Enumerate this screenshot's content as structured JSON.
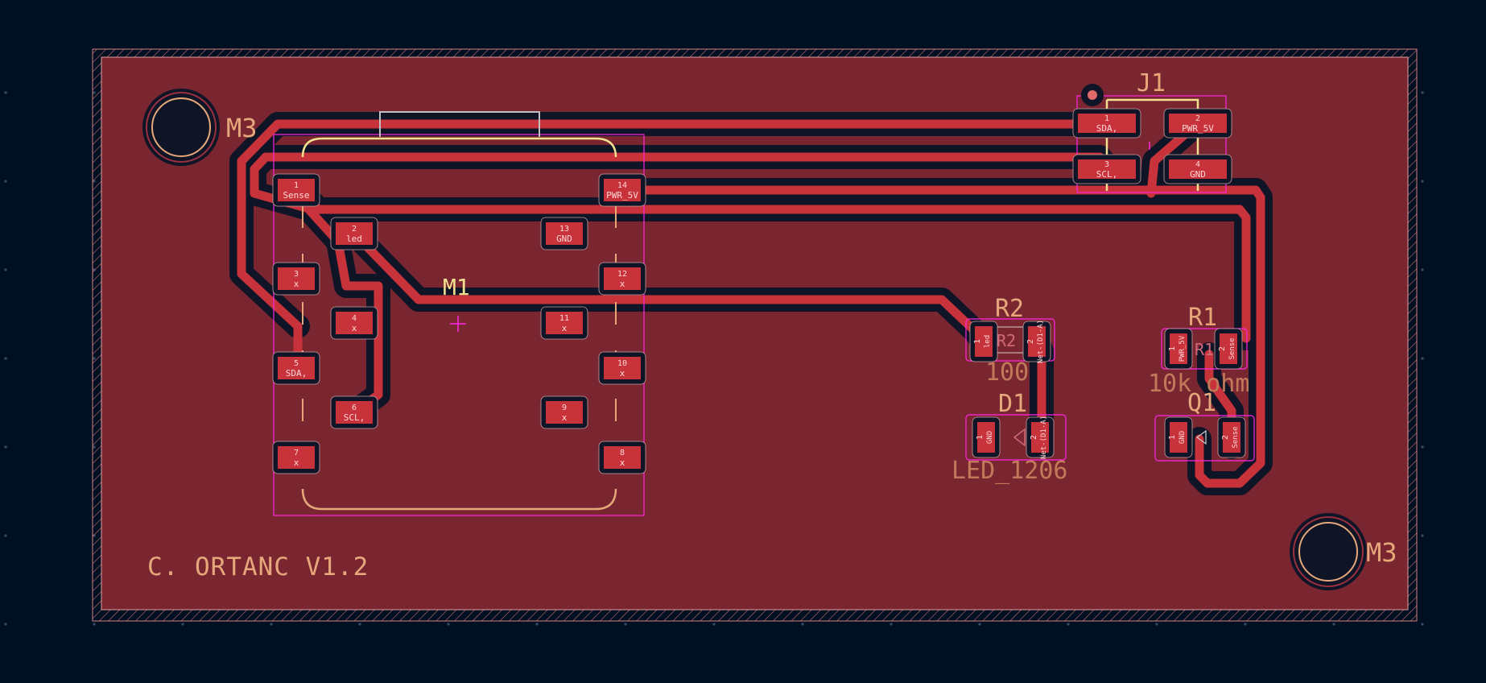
{
  "colors": {
    "background": "#001023",
    "board_fill": "#7a2631",
    "copper": "#c8323a",
    "clearance": "#0f1426",
    "silkscreen": "#e6a87a",
    "courtyard": "#ff26e2",
    "fab_pad_text": "#ffd6d6",
    "outline": "#d0d0d0"
  },
  "silkscreen_text": "C. ORTANC V1.2",
  "refs": {
    "m3_top": "M3",
    "m3_bottom": "M3",
    "j1": "J1",
    "m1": "M1",
    "r2": "R2",
    "r1": "R1",
    "d1": "D1",
    "q1": "Q1"
  },
  "values": {
    "r2": "100",
    "r1": "10k ohm",
    "d1": "LED_1206"
  },
  "m1_pads": [
    {
      "num": "1",
      "net": "Sense"
    },
    {
      "num": "2",
      "net": "led"
    },
    {
      "num": "3",
      "net": "x"
    },
    {
      "num": "4",
      "net": "x"
    },
    {
      "num": "5",
      "net": "SDA,"
    },
    {
      "num": "6",
      "net": "SCL,"
    },
    {
      "num": "7",
      "net": "x"
    },
    {
      "num": "8",
      "net": "x"
    },
    {
      "num": "9",
      "net": "x"
    },
    {
      "num": "10",
      "net": "x"
    },
    {
      "num": "11",
      "net": "x"
    },
    {
      "num": "12",
      "net": "x"
    },
    {
      "num": "13",
      "net": "GND"
    },
    {
      "num": "14",
      "net": "PWR_5V"
    }
  ],
  "j1_pads": [
    {
      "num": "1",
      "net": "SDA,"
    },
    {
      "num": "2",
      "net": "PWR_5V"
    },
    {
      "num": "3",
      "net": "SCL,"
    },
    {
      "num": "4",
      "net": "GND"
    }
  ],
  "r2_pads": [
    {
      "num": "1",
      "net": "led"
    },
    {
      "num": "2",
      "net": "Net-(D1-A)"
    }
  ],
  "d1_pads": [
    {
      "num": "1",
      "net": "GND"
    },
    {
      "num": "2",
      "net": "Net-(D1-A)"
    }
  ],
  "r1_pads": [
    {
      "num": "1",
      "net": "PWR_5V"
    },
    {
      "num": "2",
      "net": "Sense"
    }
  ],
  "q1_pads": [
    {
      "num": "1",
      "net": "GND"
    },
    {
      "num": "2",
      "net": "Sense"
    }
  ],
  "fab_labels": {
    "r2": "R2",
    "r1": "R1"
  }
}
